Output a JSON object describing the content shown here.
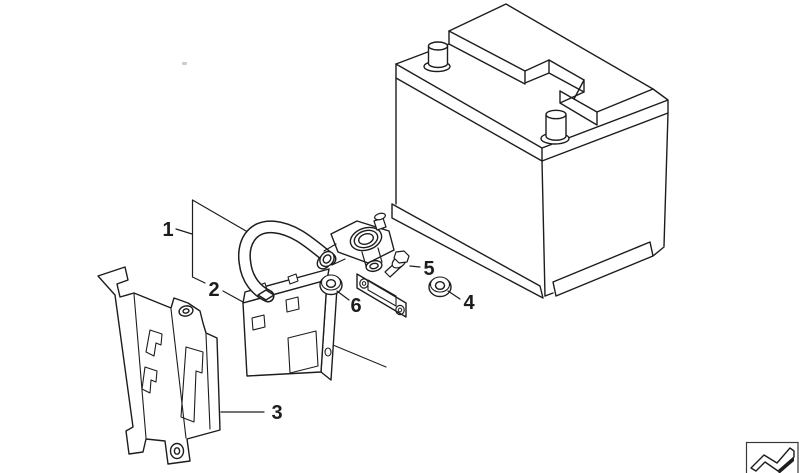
{
  "diagram": {
    "background": "#ffffff",
    "line_color": "#1d1d1d",
    "callouts": [
      {
        "label": "1"
      },
      {
        "label": "2"
      },
      {
        "label": "3"
      },
      {
        "label": "4"
      },
      {
        "label": "5"
      },
      {
        "label": "6"
      }
    ],
    "logo": {
      "icon": "ribbon-3d-brand-mark"
    }
  }
}
